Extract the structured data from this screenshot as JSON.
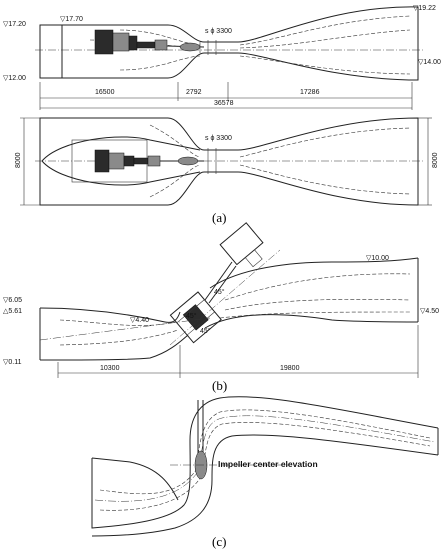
{
  "panel_a": {
    "caption": "(a)",
    "elev_top_left": "▽17.20",
    "elev_top_inner": "▽17.70",
    "elev_bottom_left": "▽12.00",
    "elev_top_right": "▽19.22",
    "elev_bottom_right": "▽14.00",
    "impeller_dia_elev": "s ϕ 3300",
    "impeller_dia_plan": "s ϕ 3300",
    "dim_inlet": "16500",
    "dim_impeller": "2792",
    "dim_outlet": "17286",
    "dim_total": "36578",
    "width_left": "8000",
    "width_right": "8000"
  },
  "panel_b": {
    "caption": "(b)",
    "elev_outlet_top": "▽10.00",
    "elev_outlet_bottom": "▽4.50",
    "elev_inlet_1": "▽6.05",
    "elev_inlet_2": "△5.61",
    "elev_impeller": "▽4.40",
    "elev_inlet_bottom": "▽0.11",
    "angle_1": "45°",
    "angle_2": "45°",
    "angle_3": "45°",
    "dim_inlet": "10300",
    "dim_outlet": "19800"
  },
  "panel_c": {
    "caption": "(c)",
    "impeller_label": "Impeller center elevation"
  }
}
